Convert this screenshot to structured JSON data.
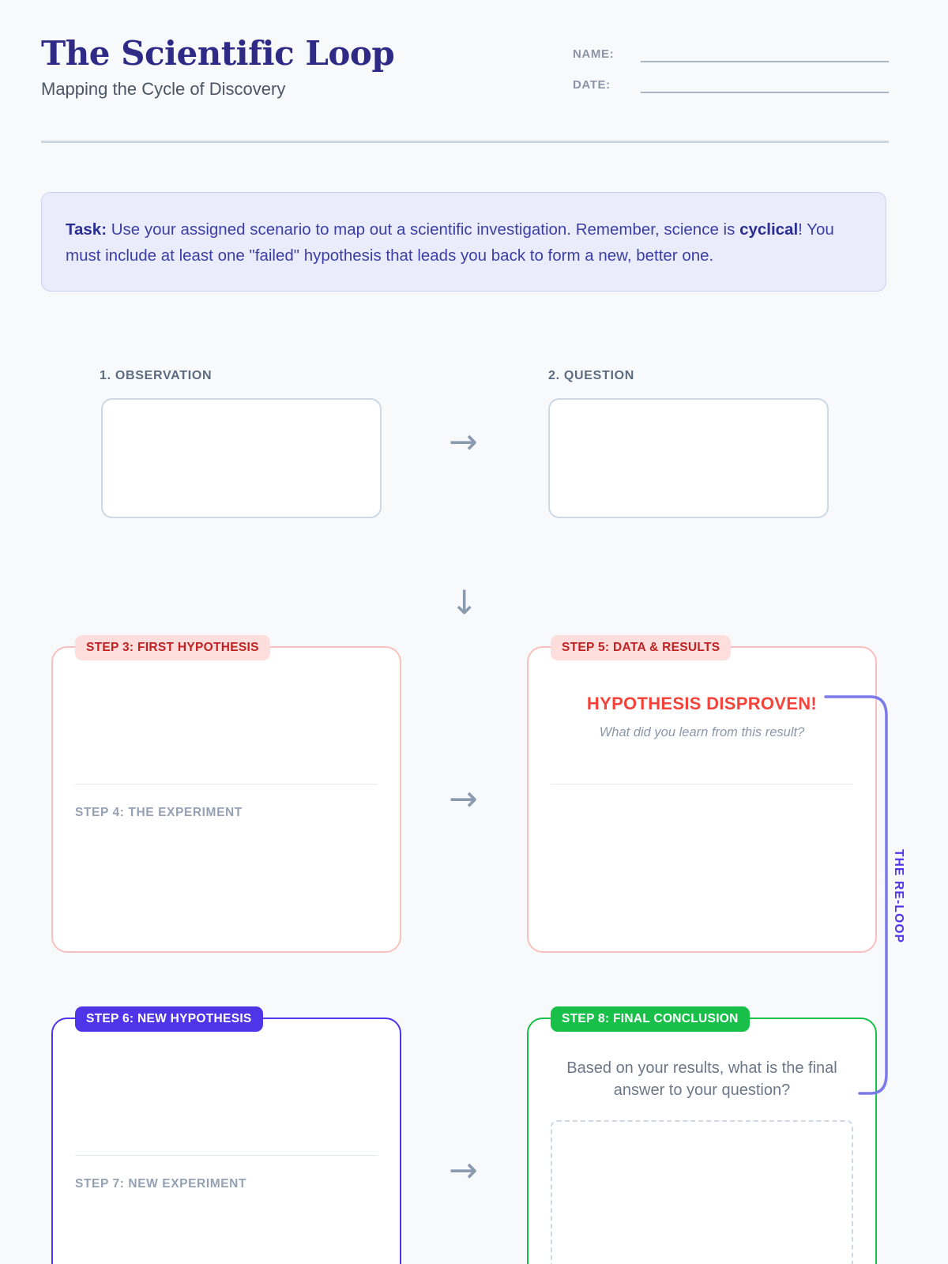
{
  "header": {
    "title": "The Scientific Loop",
    "subtitle": "Mapping the Cycle of Discovery",
    "name_label": "NAME:",
    "date_label": "DATE:"
  },
  "task": {
    "lead": "Task:",
    "part1": " Use your assigned scenario to map out a scientific investigation. Remember, science is ",
    "emphasis": "cyclical",
    "part2": "! You must include at least one \"failed\" hypothesis that leads you back to form a new, better one."
  },
  "row1": {
    "observation_label": "1. OBSERVATION",
    "question_label": "2. QUESTION"
  },
  "arrows": {
    "right": "→",
    "down": "↓"
  },
  "cards": {
    "step3": {
      "chip": "STEP 3: FIRST HYPOTHESIS",
      "sub_label": "STEP 4: THE EXPERIMENT"
    },
    "step5": {
      "chip": "STEP 5: DATA & RESULTS",
      "verdict": "HYPOTHESIS DISPROVEN!",
      "verdict_sub": "What did you learn from this result?"
    },
    "step6": {
      "chip": "STEP 6: NEW HYPOTHESIS",
      "sub_label": "STEP 7: NEW EXPERIMENT"
    },
    "step8": {
      "chip": "STEP 8: FINAL CONCLUSION",
      "prompt": "Based on your results, what is the final answer to your question?"
    }
  },
  "reloop": {
    "label": "THE RE-LOOP"
  },
  "colors": {
    "page_bg": "#f7f9fb",
    "title": "#2e2a86",
    "task_bg": "#eaecfc",
    "task_text": "#3b3fa3",
    "red_chip_bg": "#fddedd",
    "red_chip_text": "#bf2222",
    "red_border": "#f9c0bd",
    "disproven": "#f4433a",
    "indigo": "#4f35e8",
    "green": "#18c04a",
    "slate": "#5d6b80"
  }
}
